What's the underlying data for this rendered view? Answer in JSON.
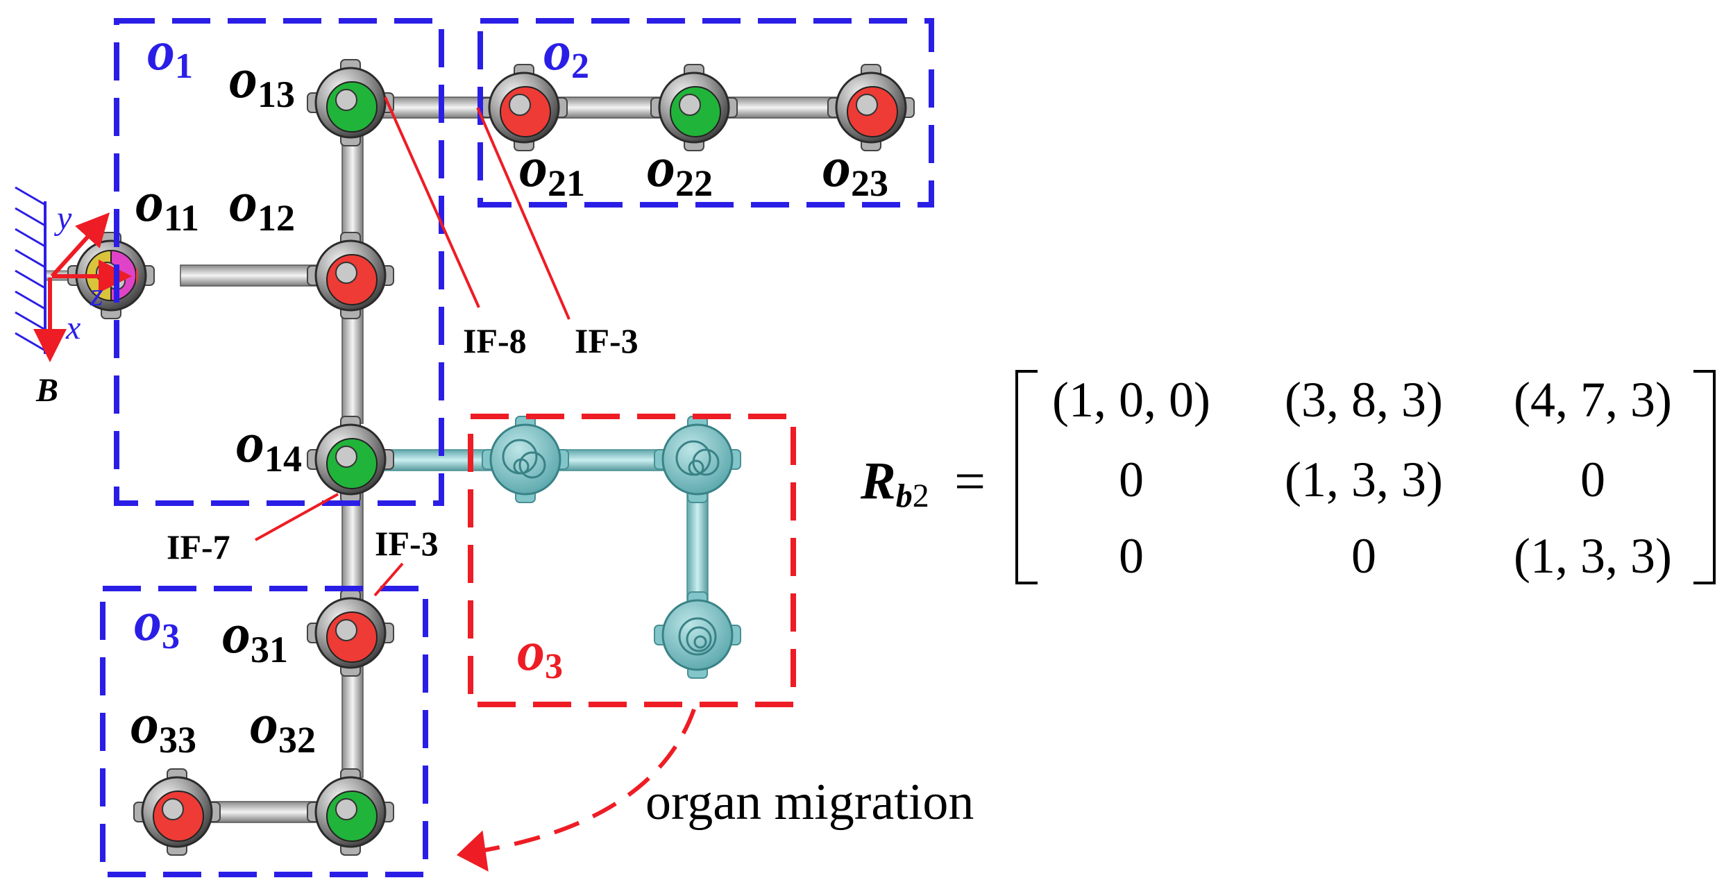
{
  "colors": {
    "group_box": "#2a1ee6",
    "migration_box": "#ee1c24",
    "arrow": "#ee1c24",
    "module_shell": "#8c8c8c",
    "ghost_module": "#6fbcc0",
    "face_red": "#ee3b35",
    "face_green": "#21b43a",
    "face_yellow": "#d9c33a",
    "face_magenta": "#e043c7"
  },
  "groups": [
    {
      "main": "o",
      "sub": "1"
    },
    {
      "main": "o",
      "sub": "2"
    },
    {
      "main": "o",
      "sub": "3"
    },
    {
      "main": "o",
      "sub": "3"
    }
  ],
  "modules": [
    {
      "main": "o",
      "sub": "11",
      "face": "yellow-magenta"
    },
    {
      "main": "o",
      "sub": "12",
      "face": "red"
    },
    {
      "main": "o",
      "sub": "13",
      "face": "green"
    },
    {
      "main": "o",
      "sub": "14",
      "face": "green"
    },
    {
      "main": "o",
      "sub": "21",
      "face": "red"
    },
    {
      "main": "o",
      "sub": "22",
      "face": "green"
    },
    {
      "main": "o",
      "sub": "23",
      "face": "red"
    },
    {
      "main": "o",
      "sub": "31",
      "face": "red"
    },
    {
      "main": "o",
      "sub": "32",
      "face": "green"
    },
    {
      "main": "o",
      "sub": "33",
      "face": "red"
    }
  ],
  "interfaces": [
    "IF-8",
    "IF-3",
    "IF-7",
    "IF-3"
  ],
  "base_frame": {
    "x": "x",
    "y": "y",
    "z": "z",
    "name": "B"
  },
  "migration_label": "organ migration",
  "matrix": {
    "name_main": "R",
    "name_sub": "b",
    "name_sub2": "2",
    "equals": "=",
    "rows": [
      [
        "(1, 0, 0)",
        "(3, 8, 3)",
        "(4, 7, 3)"
      ],
      [
        "0",
        "(1, 3, 3)",
        "0"
      ],
      [
        "0",
        "0",
        "(1, 3, 3)"
      ]
    ]
  }
}
